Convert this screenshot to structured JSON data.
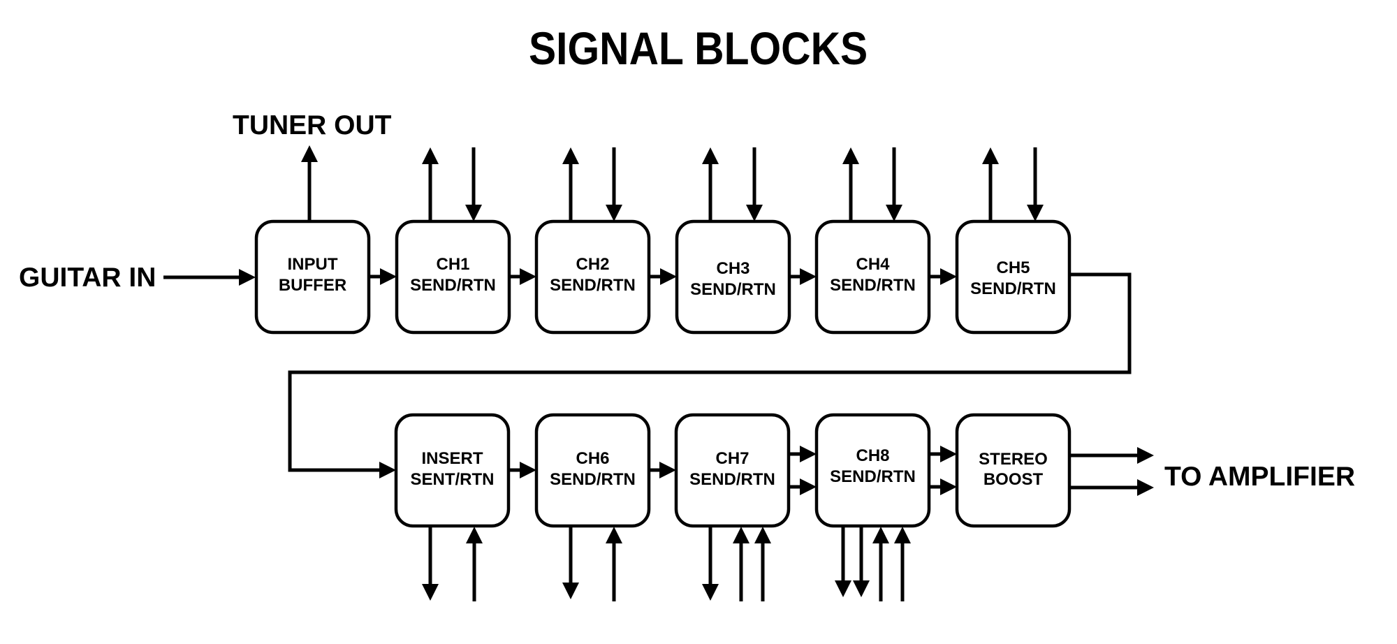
{
  "title": "SIGNAL BLOCKS",
  "labels": {
    "guitar_in": "GUITAR IN",
    "tuner_out": "TUNER OUT",
    "to_amplifier": "TO AMPLIFIER"
  },
  "colors": {
    "background": "#ffffff",
    "ink": "#000000"
  },
  "blocks": {
    "input_buffer": {
      "line1": "INPUT",
      "line2": "BUFFER"
    },
    "ch1": {
      "line1": "CH1",
      "line2": "SEND/RTN"
    },
    "ch2": {
      "line1": "CH2",
      "line2": "SEND/RTN"
    },
    "ch3": {
      "line1": "CH3",
      "line2": "SEND/RTN"
    },
    "ch4": {
      "line1": "CH4",
      "line2": "SEND/RTN"
    },
    "ch5": {
      "line1": "CH5",
      "line2": "SEND/RTN"
    },
    "insert": {
      "line1": "INSERT",
      "line2": "SENT/RTN"
    },
    "ch6": {
      "line1": "CH6",
      "line2": "SEND/RTN"
    },
    "ch7": {
      "line1": "CH7",
      "line2": "SEND/RTN"
    },
    "ch8": {
      "line1": "CH8",
      "line2": "SEND/RTN"
    },
    "stereo_boost": {
      "line1": "STEREO",
      "line2": "BOOST"
    }
  },
  "connections": {
    "signal_chain": [
      "GUITAR IN",
      "INPUT BUFFER",
      "CH1",
      "CH2",
      "CH3",
      "CH4",
      "CH5",
      "INSERT",
      "CH6",
      "CH7",
      "CH8",
      "STEREO BOOST",
      "TO AMPLIFIER"
    ],
    "stereo_links": [
      "CH7 → CH8",
      "CH8 → STEREO BOOST",
      "STEREO BOOST → TO AMPLIFIER"
    ],
    "io_counts": {
      "input_buffer": {
        "send": 1,
        "return": 0
      },
      "ch1": {
        "send": 1,
        "return": 1
      },
      "ch2": {
        "send": 1,
        "return": 1
      },
      "ch3": {
        "send": 1,
        "return": 1
      },
      "ch4": {
        "send": 1,
        "return": 1
      },
      "ch5": {
        "send": 1,
        "return": 1
      },
      "insert": {
        "send": 1,
        "return": 1
      },
      "ch6": {
        "send": 1,
        "return": 1
      },
      "ch7": {
        "send": 1,
        "return": 2
      },
      "ch8": {
        "send": 2,
        "return": 2
      }
    }
  }
}
